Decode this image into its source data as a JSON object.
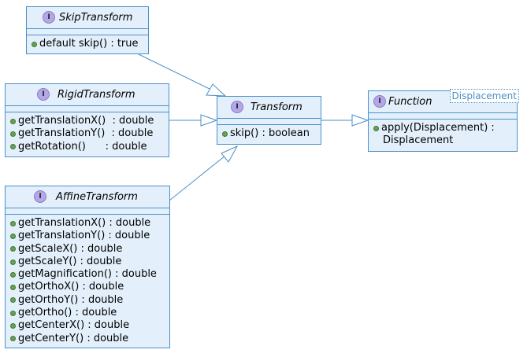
{
  "stereotype_glyph": "I",
  "colors": {
    "box_fill": "#e3f0fb",
    "border": "#4a90c8",
    "interface_badge": "#b4a7e5",
    "member_dot": "#69a05a"
  },
  "classes": {
    "skip": {
      "name": "SkipTransform",
      "members": [
        "default skip() : true"
      ]
    },
    "rigid": {
      "name": "RigidTransform",
      "members": [
        "getTranslationX()  : double",
        "getTranslationY()  : double",
        "getRotation()      : double"
      ]
    },
    "affine": {
      "name": "AffineTransform",
      "members": [
        "getTranslationX() : double",
        "getTranslationY() : double",
        "getScaleX() : double",
        "getScaleY() : double",
        "getMagnification() : double",
        "getOrthoX() : double",
        "getOrthoY() : double",
        "getOrtho() : double",
        "getCenterX() : double",
        "getCenterY() : double"
      ]
    },
    "transform": {
      "name": "Transform",
      "members": [
        "skip() : boolean"
      ]
    },
    "function": {
      "name": "Function",
      "type_param": "Displacement",
      "members": [
        "apply(Displacement) :",
        "Displacement"
      ]
    }
  }
}
